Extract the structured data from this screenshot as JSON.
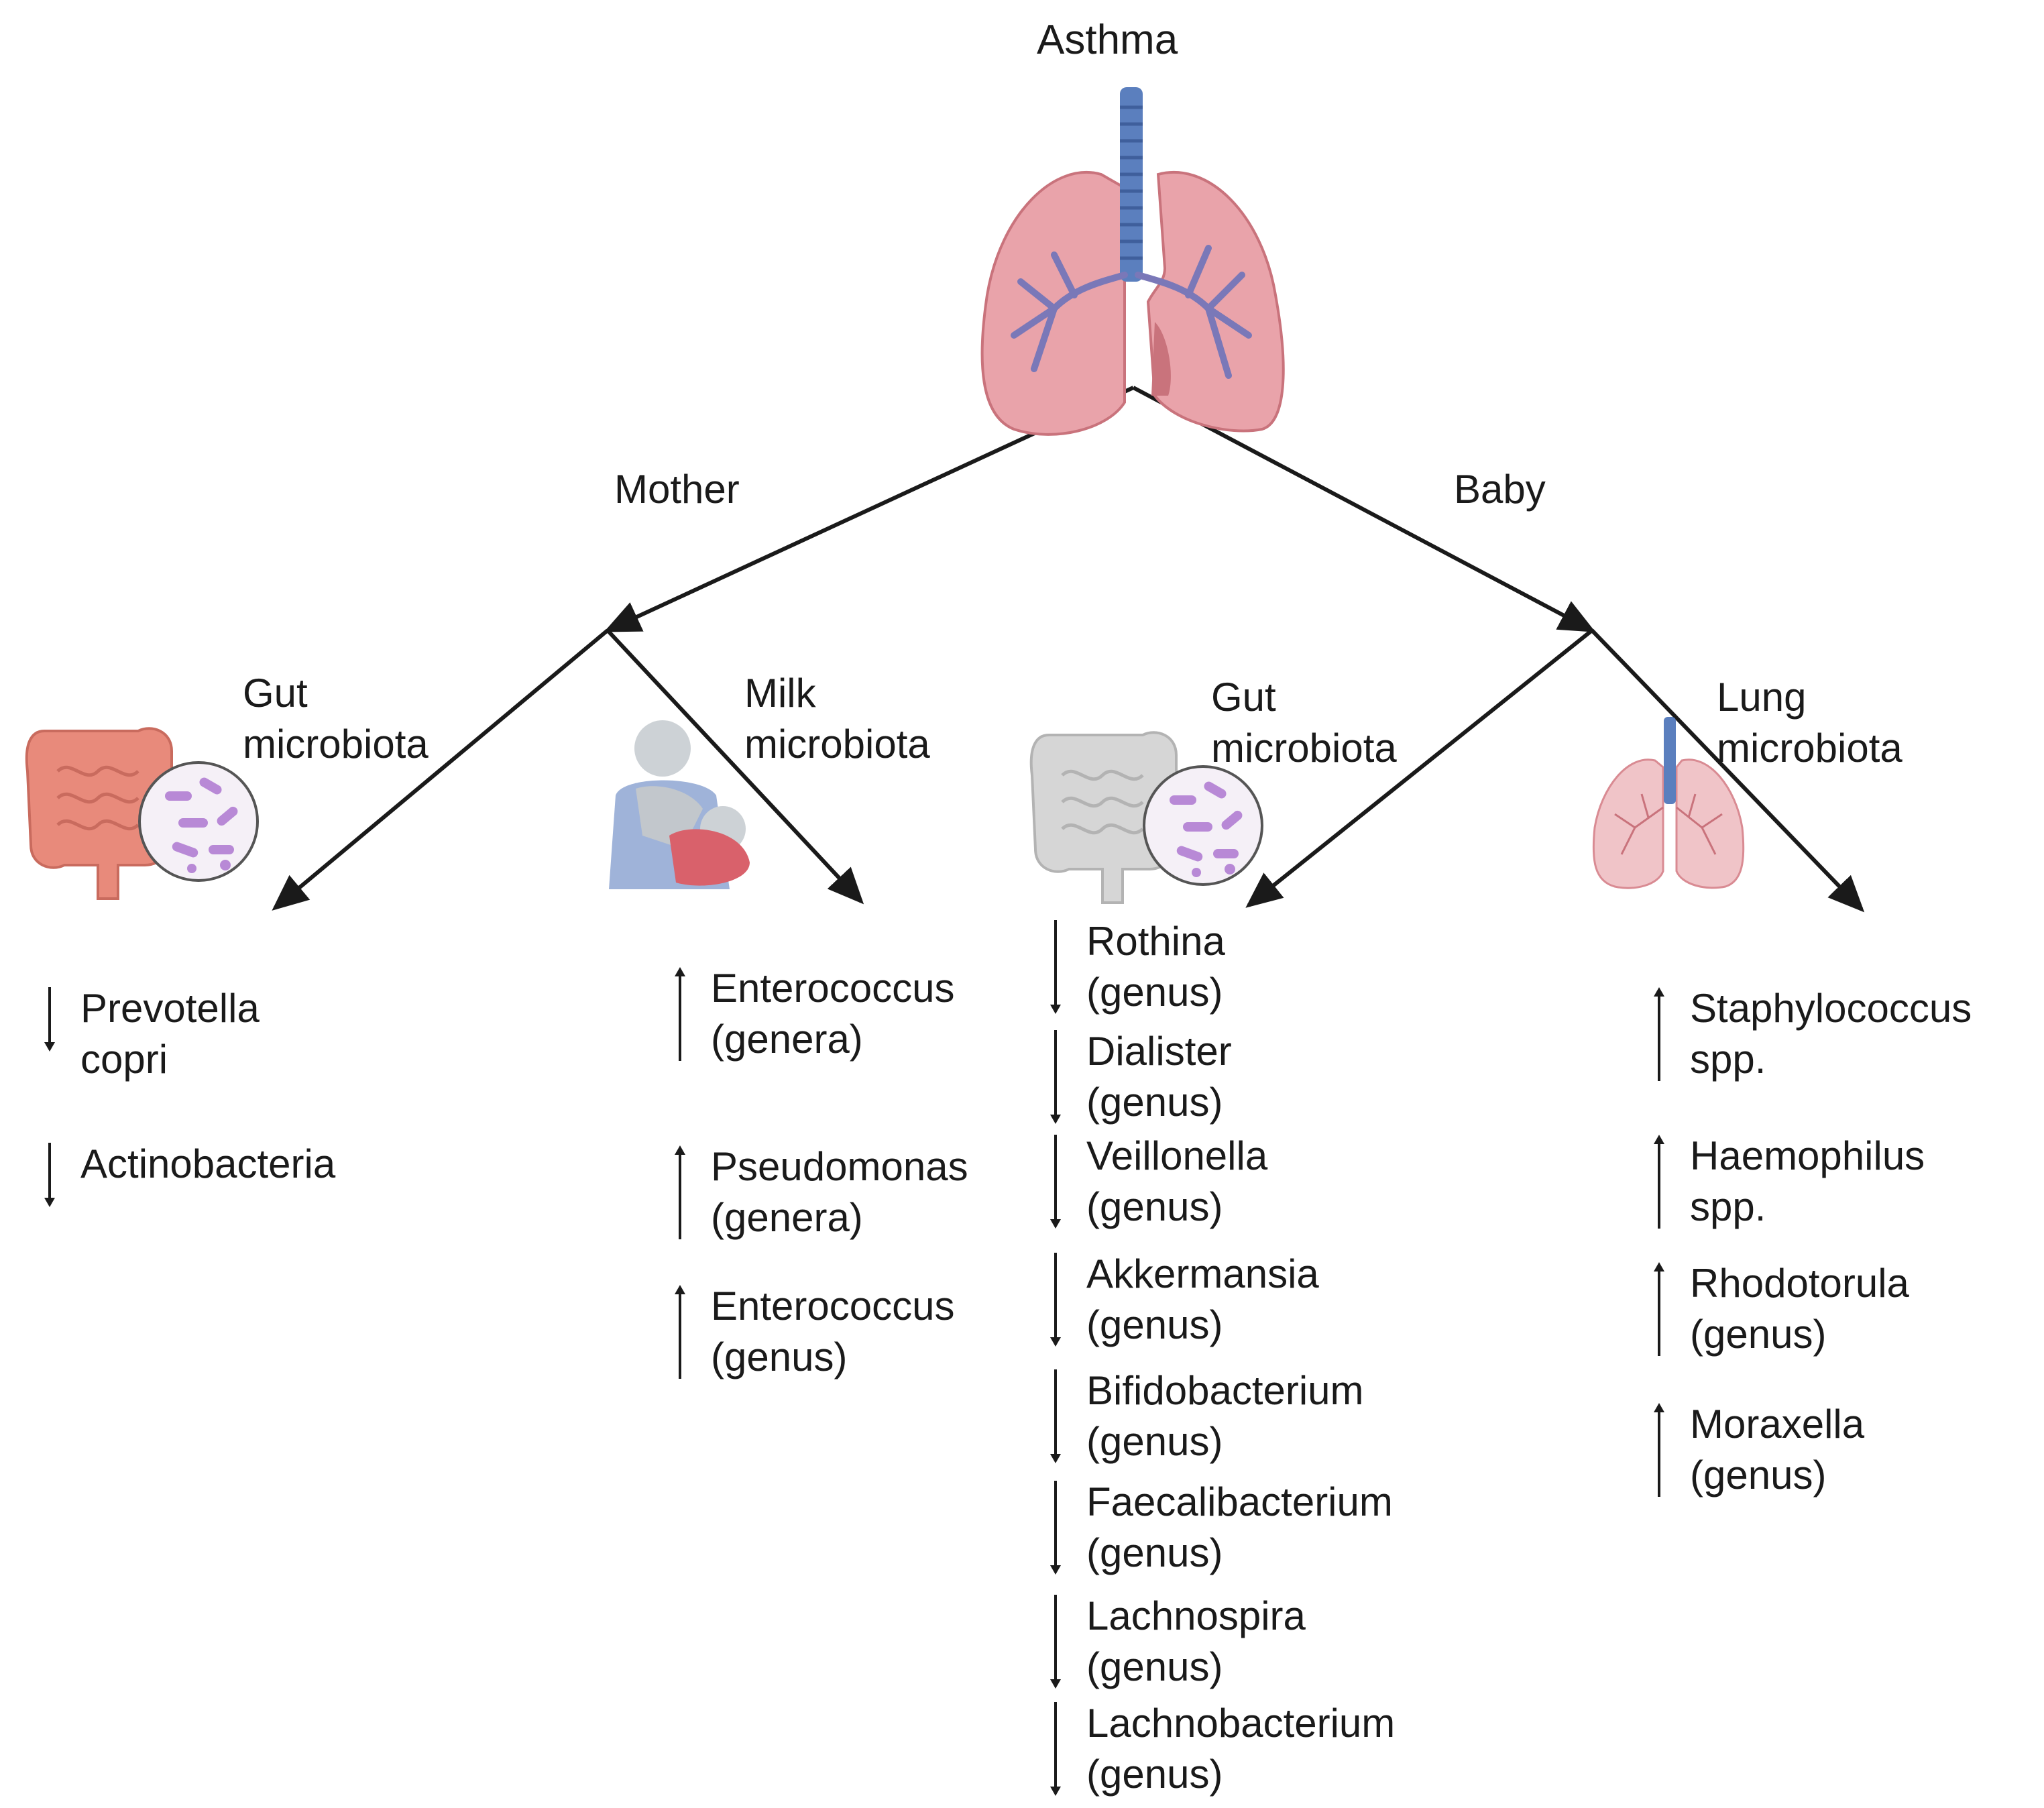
{
  "root": {
    "title": "Asthma"
  },
  "branches": [
    {
      "label": "Mother",
      "sources": [
        {
          "label": "Gut\nmicrobiota",
          "icon": "intestine-icon",
          "items": [
            {
              "dir": "down",
              "text": "Prevotella copri"
            },
            {
              "dir": "down",
              "text": "Actinobacteria"
            }
          ]
        },
        {
          "label": "Milk\nmicrobiota",
          "icon": "breastfeeding-icon",
          "items": [
            {
              "dir": "up",
              "text": "Enterococcus\n(genera)"
            },
            {
              "dir": "up",
              "text": "Pseudomonas\n(genera)"
            },
            {
              "dir": "up",
              "text": "Enterococcus\n(genus)"
            }
          ]
        }
      ]
    },
    {
      "label": "Baby",
      "sources": [
        {
          "label": "Gut\nmicrobiota",
          "icon": "intestine-icon",
          "items": [
            {
              "dir": "down",
              "text": "Rothina\n(genus)"
            },
            {
              "dir": "down",
              "text": "Dialister\n(genus)"
            },
            {
              "dir": "down",
              "text": "Veillonella\n(genus)"
            },
            {
              "dir": "down",
              "text": "Akkermansia\n(genus)"
            },
            {
              "dir": "down",
              "text": "Bifidobacterium\n(genus)"
            },
            {
              "dir": "down",
              "text": "Faecalibacterium\n(genus)"
            },
            {
              "dir": "down",
              "text": "Lachnospira\n(genus)"
            },
            {
              "dir": "down",
              "text": "Lachnobacterium\n(genus)"
            }
          ]
        },
        {
          "label": "Lung\nmicrobiota",
          "icon": "lungs-icon",
          "items": [
            {
              "dir": "up",
              "text": "Staphylococcus\nspp."
            },
            {
              "dir": "up",
              "text": "Haemophilus\nspp."
            },
            {
              "dir": "up",
              "text": "Rhodotorula\n(genus)"
            },
            {
              "dir": "up",
              "text": "Moraxella\n(genus)"
            }
          ]
        }
      ]
    }
  ],
  "colors": {
    "lung_pink": "#e9a3aa",
    "lung_dark": "#c9737c",
    "trachea_blue": "#5b7fbe",
    "intestine": "#e88a7b",
    "intestine_grey": "#d6d6d6",
    "bacteria": "#b889d6",
    "mother_blue": "#9fb3d9",
    "baby_red": "#d9616b"
  }
}
